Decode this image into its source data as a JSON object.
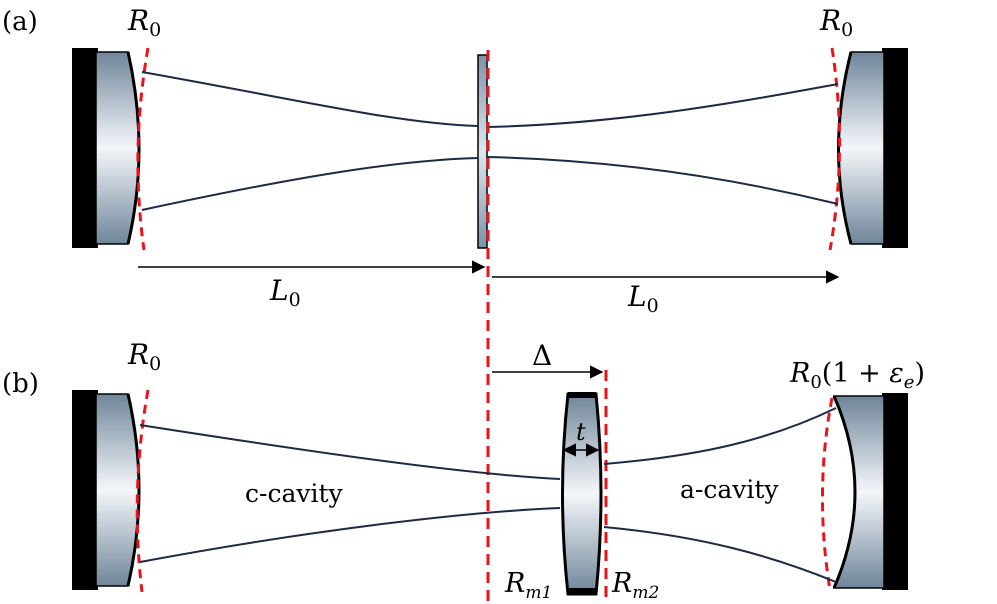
{
  "panel_a": {
    "tag": "(a)",
    "r_left": "R",
    "r_left_sub": "0",
    "r_right": "R",
    "r_right_sub": "0",
    "l_left": "L",
    "l_left_sub": "0",
    "l_right": "L",
    "l_right_sub": "0"
  },
  "panel_b": {
    "tag": "(b)",
    "r_left": "R",
    "r_left_sub": "0",
    "r_right": "R",
    "r_right_sub": "0",
    "r_right_suffix_open": "(1 + ",
    "r_right_eps": "ε",
    "r_right_eps_sub": "e",
    "r_right_suffix_close": ")",
    "delta": "Δ",
    "thickness": "t",
    "c_cavity": "c-cavity",
    "a_cavity": "a-cavity",
    "rm1": "R",
    "rm1_sub": "m1",
    "rm2": "R",
    "rm2_sub": "m2"
  },
  "colors": {
    "mirror_backing": "#000000",
    "beam": "#1c2a4a",
    "reference_dash": "#e8141c",
    "glass_light": "#f4f7fa",
    "glass_dark": "#6f8599"
  }
}
